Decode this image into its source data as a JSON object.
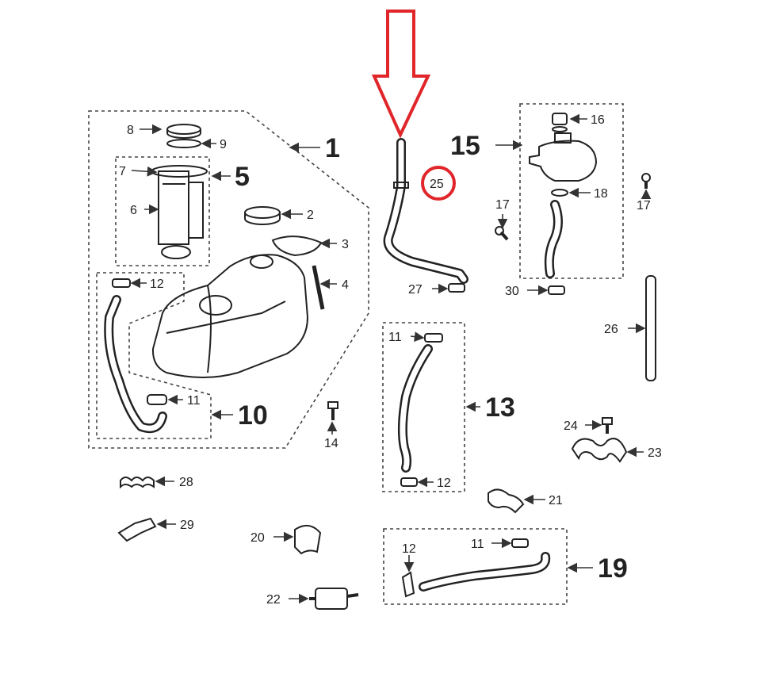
{
  "labels": {
    "l1": "1",
    "l2": "2",
    "l3": "3",
    "l4": "4",
    "l5": "5",
    "l6": "6",
    "l7": "7",
    "l8": "8",
    "l9": "9",
    "l10": "10",
    "l11a": "11",
    "l11b": "11",
    "l11c": "11",
    "l12a": "12",
    "l12b": "12",
    "l12c": "12",
    "l13": "13",
    "l14": "14",
    "l15": "15",
    "l16": "16",
    "l17a": "17",
    "l17b": "17",
    "l18": "18",
    "l19": "19",
    "l20": "20",
    "l21": "21",
    "l22": "22",
    "l23": "23",
    "l24": "24",
    "l25": "25",
    "l26": "26",
    "l27": "27",
    "l28": "28",
    "l29": "29",
    "l30": "30"
  },
  "highlight": {
    "part": "25",
    "color": "#e0262a"
  },
  "colors": {
    "ink": "#222222",
    "arrow": "#e0262a"
  }
}
